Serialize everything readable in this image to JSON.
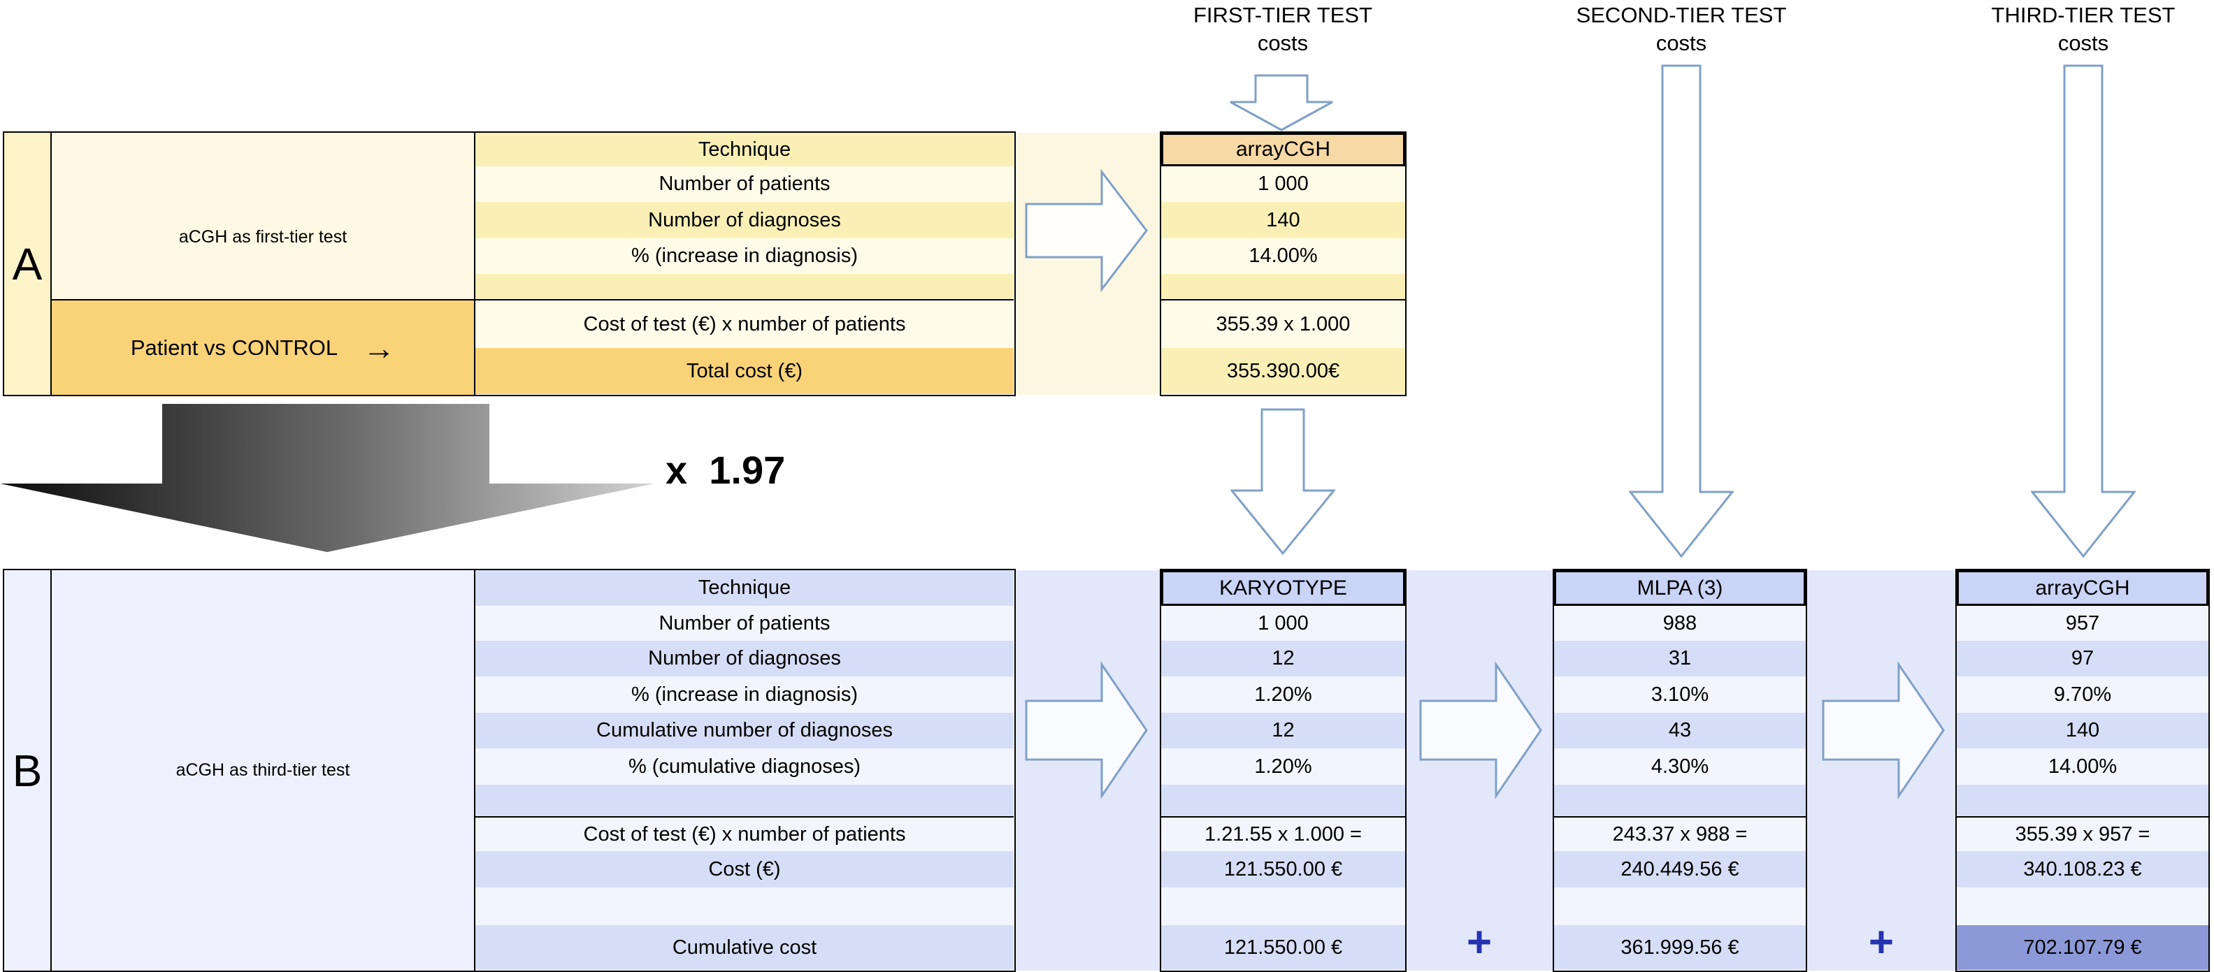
{
  "headers": {
    "first_tier": {
      "line1": "FIRST-TIER TEST",
      "line2": "costs"
    },
    "second_tier": {
      "line1": "SECOND-TIER TEST",
      "line2": "costs"
    },
    "third_tier": {
      "line1": "THIRD-TIER TEST",
      "line2": "costs"
    }
  },
  "multiplier_label": "x  1.97",
  "section_a": {
    "letter": "A",
    "group_label": "aCGH as first-tier test",
    "control_label": "Patient vs CONTROL",
    "control_arrow": "→",
    "row_labels": [
      "Technique",
      "Number of patients",
      "Number of diagnoses",
      "% (increase in diagnosis)",
      "",
      "Cost of test (€) x number of patients",
      "Total cost (€)"
    ],
    "values": [
      "arrayCGH",
      "1 000",
      "140",
      "14.00%",
      "",
      "355.39 x 1.000",
      "355.390.00€"
    ]
  },
  "section_b": {
    "letter": "B",
    "group_label": "aCGH as third-tier test",
    "plus": "+",
    "row_labels": [
      "Technique",
      "Number of patients",
      "Number of diagnoses",
      "% (increase in diagnosis)",
      "Cumulative number of diagnoses",
      "% (cumulative diagnoses)",
      "",
      "Cost of test (€) x number of patients",
      "Cost (€)",
      "",
      "Cumulative cost"
    ],
    "columns": [
      {
        "name": "karyotype",
        "values": [
          "KARYOTYPE",
          "1 000",
          "12",
          "1.20%",
          "12",
          "1.20%",
          "",
          "1.21.55 x 1.000 =",
          "121.550.00 €",
          "",
          "121.550.00 €"
        ]
      },
      {
        "name": "mlpa",
        "values": [
          "MLPA (3)",
          "988",
          "31",
          "3.10%",
          "43",
          "4.30%",
          "",
          "243.37 x 988 =",
          "240.449.56 €",
          "",
          "361.999.56 €"
        ]
      },
      {
        "name": "arraycgh",
        "values": [
          "arrayCGH",
          "957",
          "97",
          "9.70%",
          "140",
          "14.00%",
          "",
          "355.39 x 957 =",
          "340.108.23 €",
          "",
          "702.107.79 €"
        ]
      }
    ]
  },
  "colors": {
    "a_stripe_dark": "#faf0b6",
    "a_stripe_light": "#fefce9",
    "a_letter_cell": "#fcf3c9",
    "a_group_cell": "#fdf9e4",
    "a_gold": "#fad379",
    "a_header_cell": "#f7d9a6",
    "b_stripe_dark": "#d6def7",
    "b_stripe_light": "#f3f5fd",
    "b_group_cell": "#eef1fd",
    "b_header_cell": "#c9d4f6",
    "b_highlight_cell": "#8c99d8",
    "arrow_outline": "#7fa0c8",
    "plus_blue": "#2433b0"
  }
}
